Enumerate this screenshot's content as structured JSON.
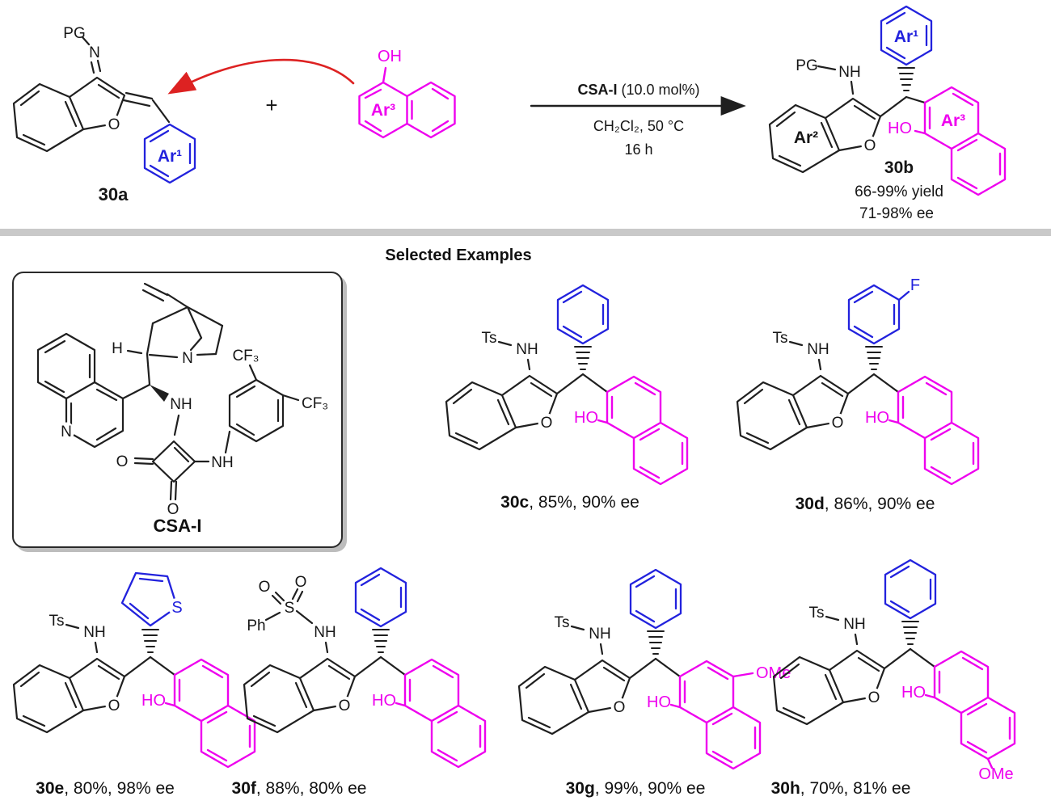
{
  "colors": {
    "blue": "#2222dd",
    "magenta": "#ee00ee",
    "red": "#dd2222",
    "bond": "#1f1f1f",
    "divider": "#c9c9c9"
  },
  "atoms": {
    "o": "O",
    "n": "N",
    "nh": "NH",
    "oh": "OH",
    "ho": "HO",
    "s": "S",
    "f": "F",
    "ome": "OMe",
    "ph": "Ph",
    "ts": "Ts",
    "pg": "PG",
    "h": "H",
    "cf3": "CF₃",
    "plus": "+"
  },
  "aryl_labels": {
    "ar1": "Ar¹",
    "ar2": "Ar²",
    "ar3": "Ar³"
  },
  "scheme": {
    "reactant_label": "30a",
    "conditions_line1_bold": "CSA-I",
    "conditions_line1_rest": " (10.0 mol%)",
    "conditions_line2": "CH₂Cl₂, 50 °C",
    "conditions_line3": "16 h",
    "product_label": "30b",
    "product_yield": "66-99% yield",
    "product_ee": "71-98% ee"
  },
  "examples_header": "Selected Examples",
  "catalyst_label": "CSA-I",
  "examples": [
    {
      "id": "30c",
      "result": ", 85%, 90% ee"
    },
    {
      "id": "30d",
      "result": ", 86%, 90% ee"
    },
    {
      "id": "30e",
      "result": ", 80%, 98% ee"
    },
    {
      "id": "30f",
      "result": ", 88%, 80% ee"
    },
    {
      "id": "30g",
      "result": ", 99%, 90% ee"
    },
    {
      "id": "30h",
      "result": ", 70%, 81% ee"
    }
  ]
}
